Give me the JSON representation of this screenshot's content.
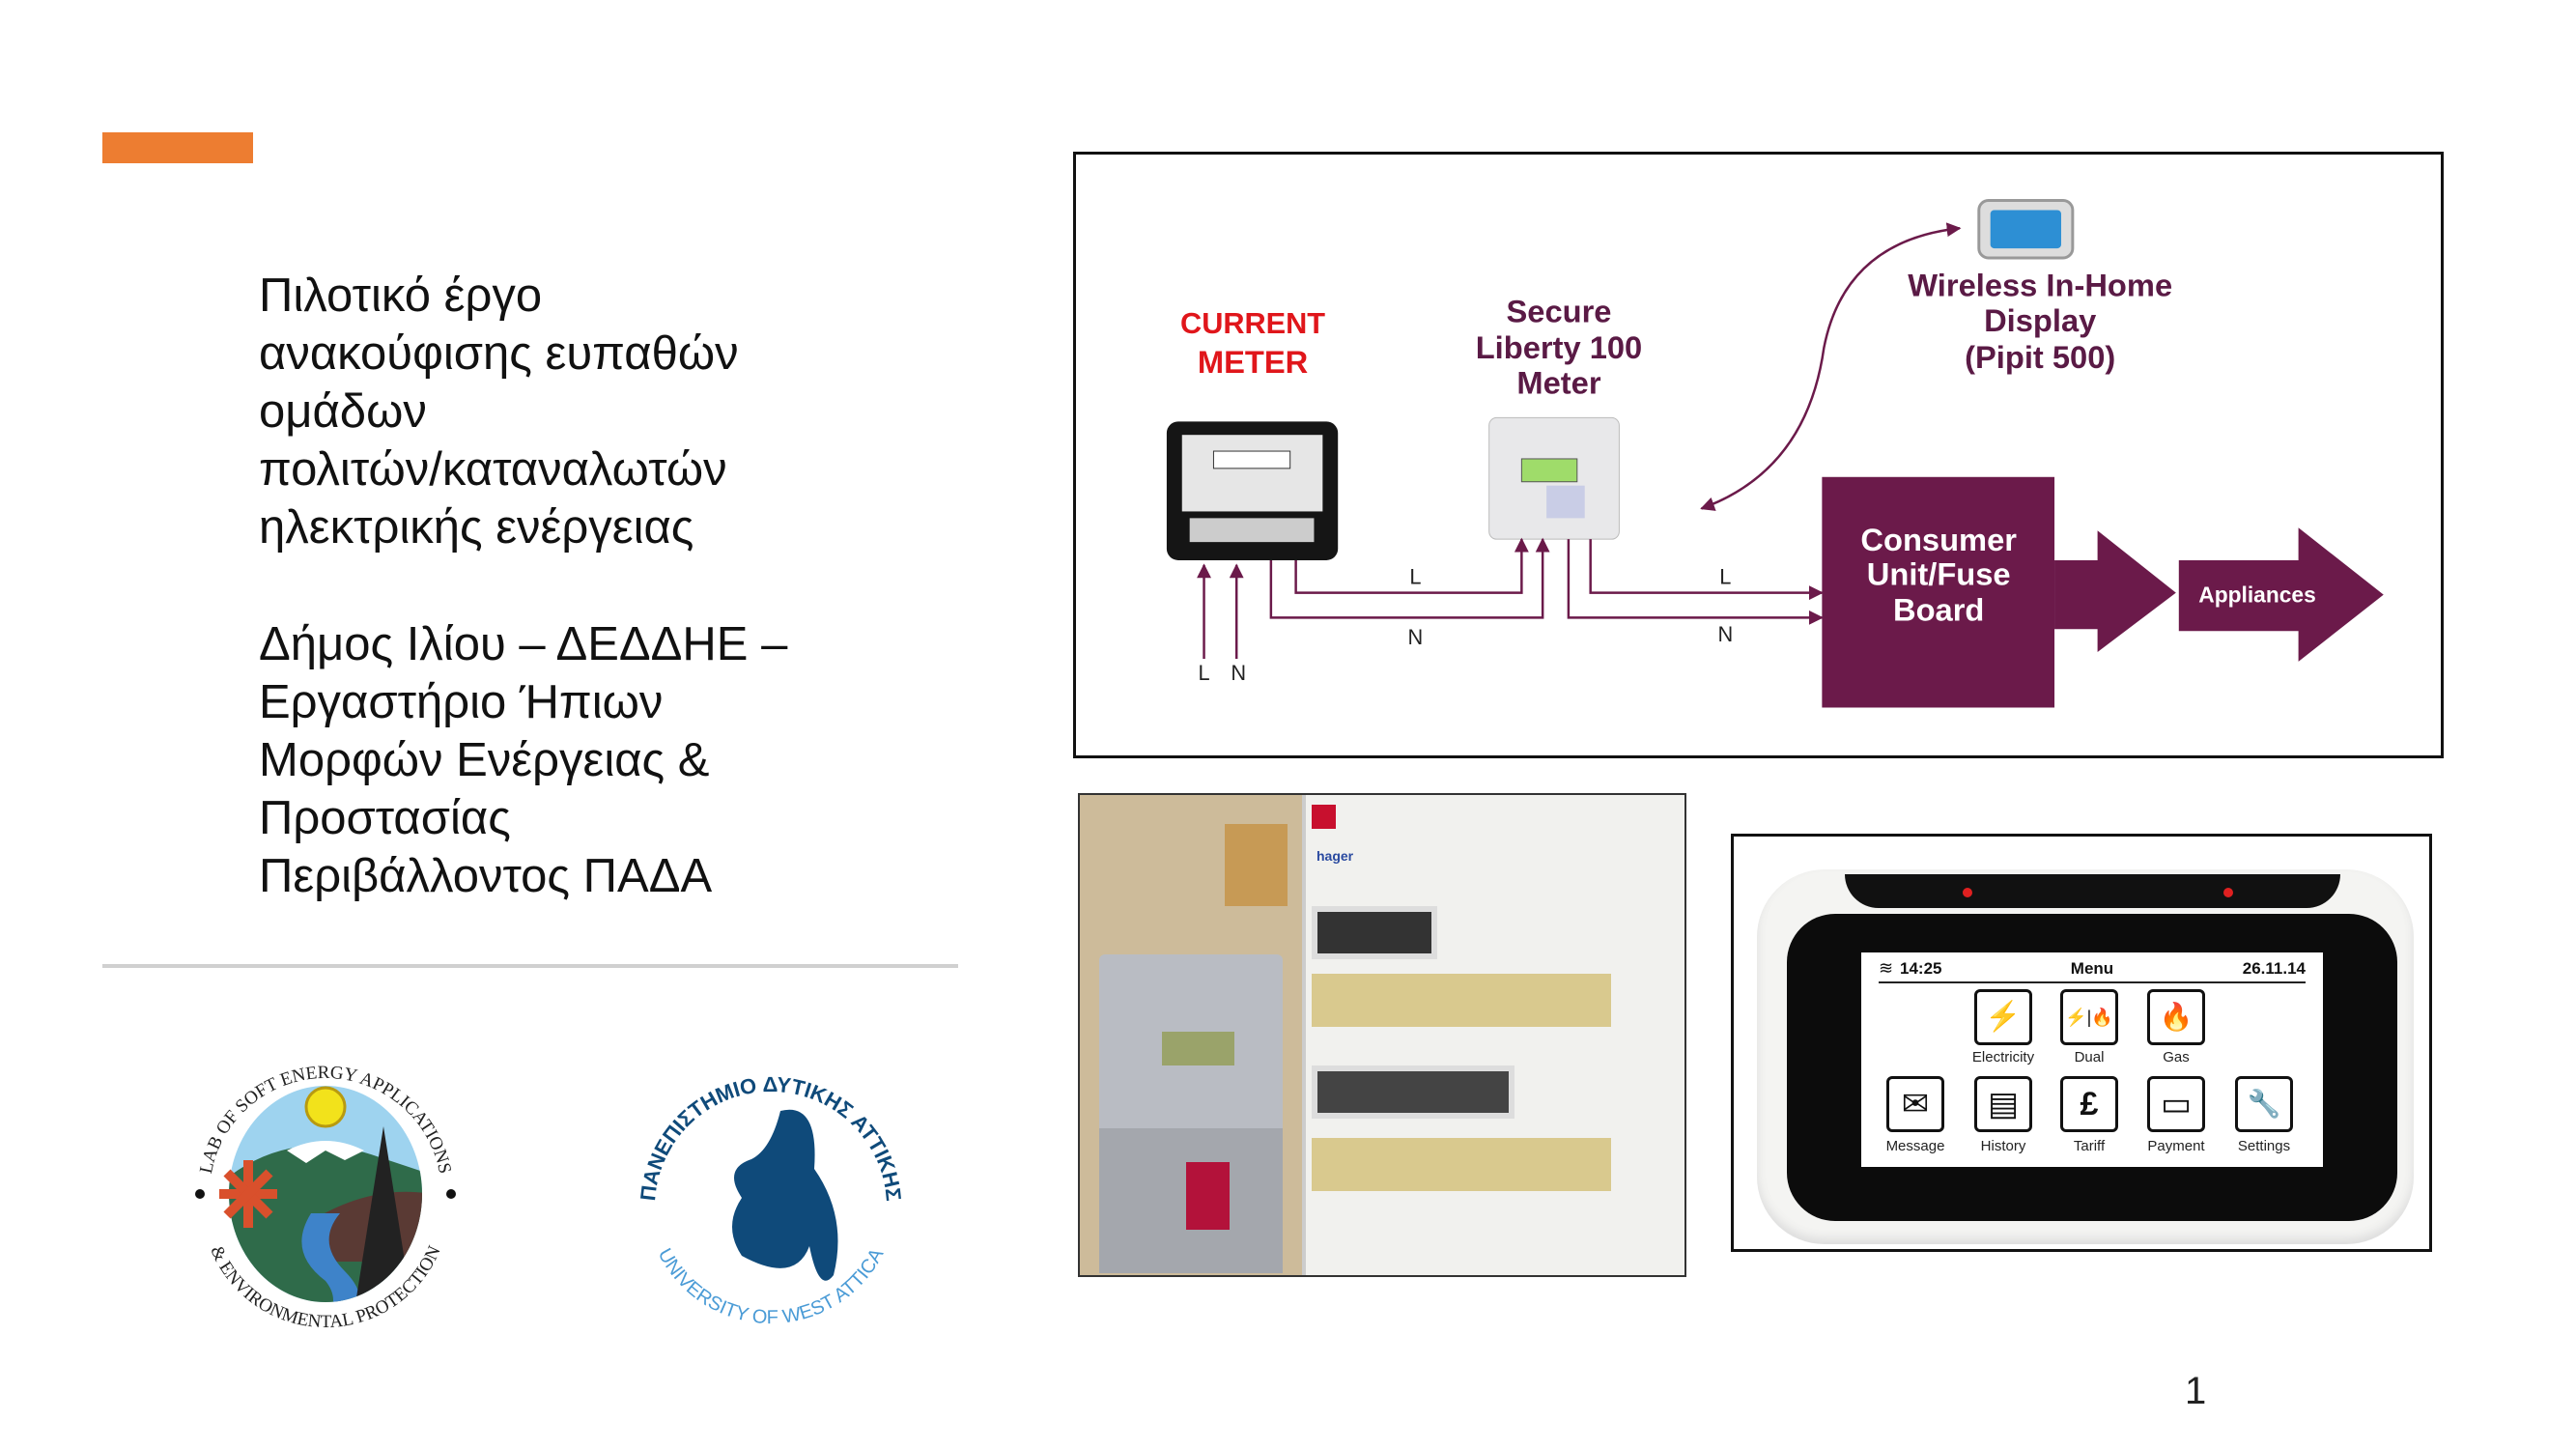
{
  "slide": {
    "title_lines": [
      "Πιλοτικό έργο",
      "ανακούφισης ευπαθών",
      "ομάδων",
      "πολιτών/καταναλωτών",
      "ηλεκτρικής  ενέργειας"
    ],
    "subtitle_lines": [
      "Δήμος Ιλίου – ΔΕΔΔΗΕ –",
      "Εργαστήριο Ήπιων",
      "Μορφών Ενέργειας &",
      "Προστασίας",
      "Περιβάλλοντος ΠΑΔΑ"
    ],
    "page_number": "1",
    "accent_color": "#ed7d31"
  },
  "logos": {
    "lab": {
      "top_text": "LAB OF SOFT ENERGY APPLICATIONS",
      "bottom_text": "& ENVIRONMENTAL PROTECTION"
    },
    "university": {
      "top_text": "ΠΑΝΕΠΙΣΤΗΜΙΟ ΔΥΤΙΚΗΣ ΑΤΤΙΚΗΣ",
      "bottom_text": "UNIVERSITY OF WEST ATTICA"
    }
  },
  "diagram": {
    "current_meter": [
      "CURRENT",
      "METER"
    ],
    "smart_meter": [
      "Secure",
      "Liberty 100",
      "Meter"
    ],
    "display": [
      "Wireless In-Home",
      "Display",
      "(Pipit 500)"
    ],
    "consumer_unit": [
      "Consumer",
      "Unit/Fuse",
      "Board"
    ],
    "appliances": "Appliances",
    "wire_l": "L",
    "wire_n": "N",
    "purple": "#6b1a4a",
    "red": "#e0161b"
  },
  "photo": {
    "brand": "hager"
  },
  "device": {
    "time": "14:25",
    "title": "Menu",
    "date": "26.11.14",
    "row1": [
      {
        "label": "Electricity",
        "icon": "⚡"
      },
      {
        "label": "Dual",
        "icon": "⚡|🔥"
      },
      {
        "label": "Gas",
        "icon": "🔥"
      }
    ],
    "row2": [
      {
        "label": "Message",
        "icon": "✉"
      },
      {
        "label": "History",
        "icon": "▤"
      },
      {
        "label": "Tariff",
        "icon": "£"
      },
      {
        "label": "Payment",
        "icon": "▭"
      },
      {
        "label": "Settings",
        "icon": "🔧"
      }
    ]
  }
}
